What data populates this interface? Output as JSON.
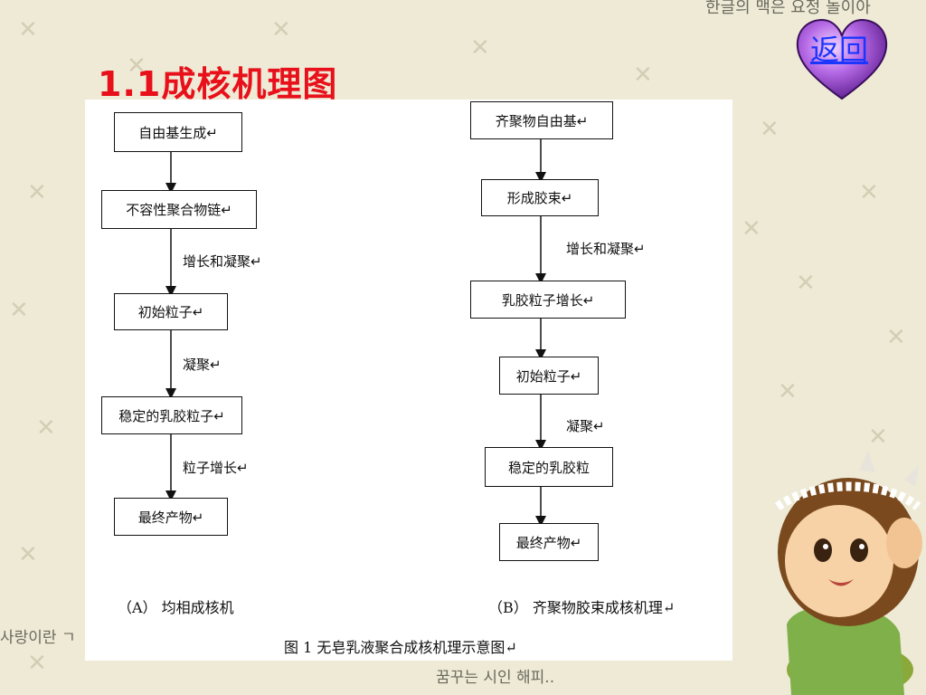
{
  "slide": {
    "title": "1.1成核机理图",
    "back_link": "返回",
    "decor_text_top": "한글의 맥은 요정 놀이아",
    "decor_text_left": "사랑이란 ㄱ",
    "decor_text_bottom": "꿈꾸는 시인 해피.."
  },
  "colors": {
    "title": "#e8101a",
    "link": "#1a36ff",
    "background": "#eeead6",
    "heart": "#9a3fd0"
  },
  "diagram": {
    "left": {
      "nodes": [
        "自由基生成↵",
        "不容性聚合物链↵",
        "初始粒子↵",
        "稳定的乳胶粒子↵",
        "最终产物↵"
      ],
      "edges": [
        "",
        "增长和凝聚↵",
        "凝聚↵",
        "粒子增长↵"
      ],
      "caption": "（A） 均相成核机"
    },
    "right": {
      "nodes": [
        "齐聚物自由基↵",
        "形成胶束↵",
        "乳胶粒子增长↵",
        "初始粒子↵",
        "稳定的乳胶粒",
        "最终产物↵"
      ],
      "edges": [
        "",
        "增长和凝聚↵",
        "",
        "凝聚↵",
        ""
      ],
      "caption": "（B） 齐聚物胶束成核机理↵"
    },
    "figure_caption": "图 1 无皂乳液聚合成核机理示意图↵"
  }
}
